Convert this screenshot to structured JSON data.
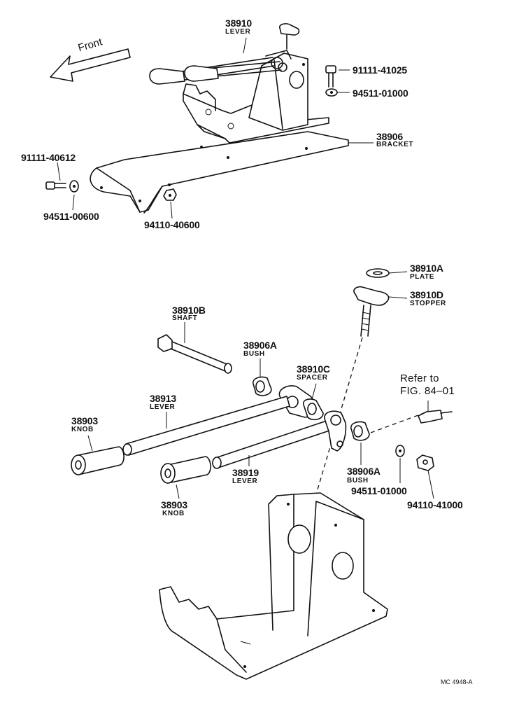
{
  "front_label": "Front",
  "labels": {
    "lever_top": {
      "number": "38910",
      "name": "LEVER"
    },
    "bolt_top": {
      "number": "91111-41025"
    },
    "washer_top": {
      "number": "94511-01000"
    },
    "bracket": {
      "number": "38906",
      "name": "BRACKET"
    },
    "bolt_small": {
      "number": "91111-40612"
    },
    "washer_small": {
      "number": "94511-00600"
    },
    "nut_small": {
      "number": "94110-40600"
    },
    "plate": {
      "number": "38910A",
      "name": "PLATE"
    },
    "stopper": {
      "number": "38910D",
      "name": "STOPPER"
    },
    "shaft": {
      "number": "38910B",
      "name": "SHAFT"
    },
    "bush_top": {
      "number": "38906A",
      "name": "BUSH"
    },
    "spacer": {
      "number": "38910C",
      "name": "SPACER"
    },
    "lever_mid": {
      "number": "38913",
      "name": "LEVER"
    },
    "knob_left": {
      "number": "38903",
      "name": "KNOB"
    },
    "knob_right": {
      "number": "38903",
      "name": "KNOB"
    },
    "lever_low": {
      "number": "38919",
      "name": "LEVER"
    },
    "bush_low": {
      "number": "38906A",
      "name": "BUSH"
    },
    "washer_low": {
      "number": "94511-01000"
    },
    "nut_low": {
      "number": "94110-41000"
    }
  },
  "reference": {
    "line1": "Refer to",
    "line2": "FIG. 84–01"
  },
  "drawing_code": "MC 4948-A"
}
